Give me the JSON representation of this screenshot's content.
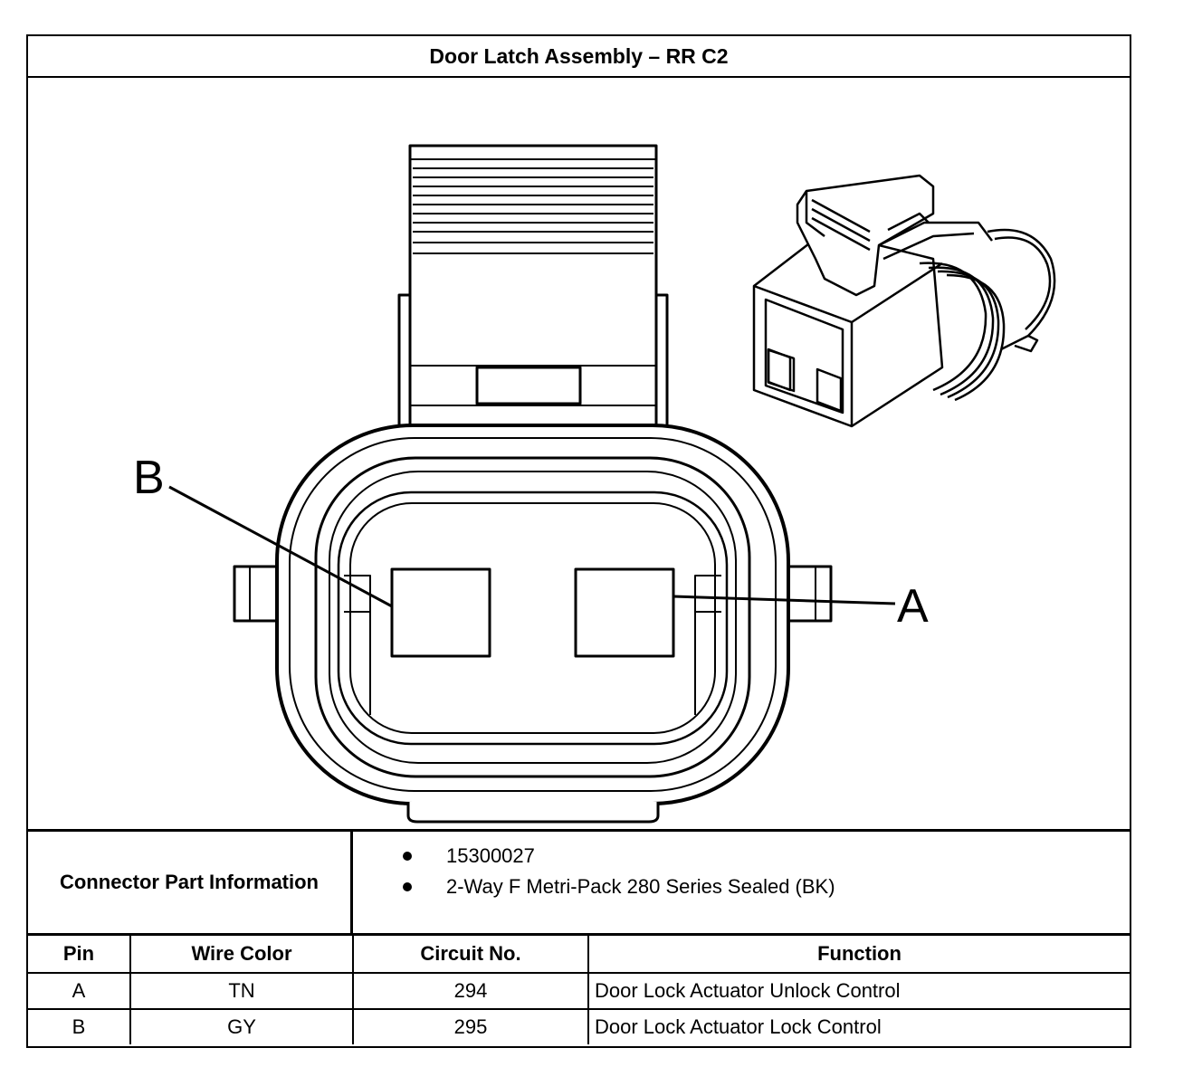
{
  "title": "Door Latch Assembly – RR C2",
  "diagram": {
    "pin_labels": {
      "b": "B",
      "a": "A"
    },
    "icons": [
      "connector-face-view-icon",
      "connector-isometric-view-icon"
    ]
  },
  "connector_part_information": {
    "label": "Connector Part Information",
    "items": [
      "15300027",
      "2-Way F Metri-Pack 280 Series Sealed (BK)"
    ]
  },
  "pin_table": {
    "headers": {
      "pin": "Pin",
      "wire_color": "Wire Color",
      "circuit_no": "Circuit No.",
      "function": "Function"
    },
    "rows": [
      {
        "pin": "A",
        "wire_color": "TN",
        "circuit_no": "294",
        "function": "Door Lock Actuator Unlock Control"
      },
      {
        "pin": "B",
        "wire_color": "GY",
        "circuit_no": "295",
        "function": "Door Lock Actuator Lock Control"
      }
    ]
  }
}
